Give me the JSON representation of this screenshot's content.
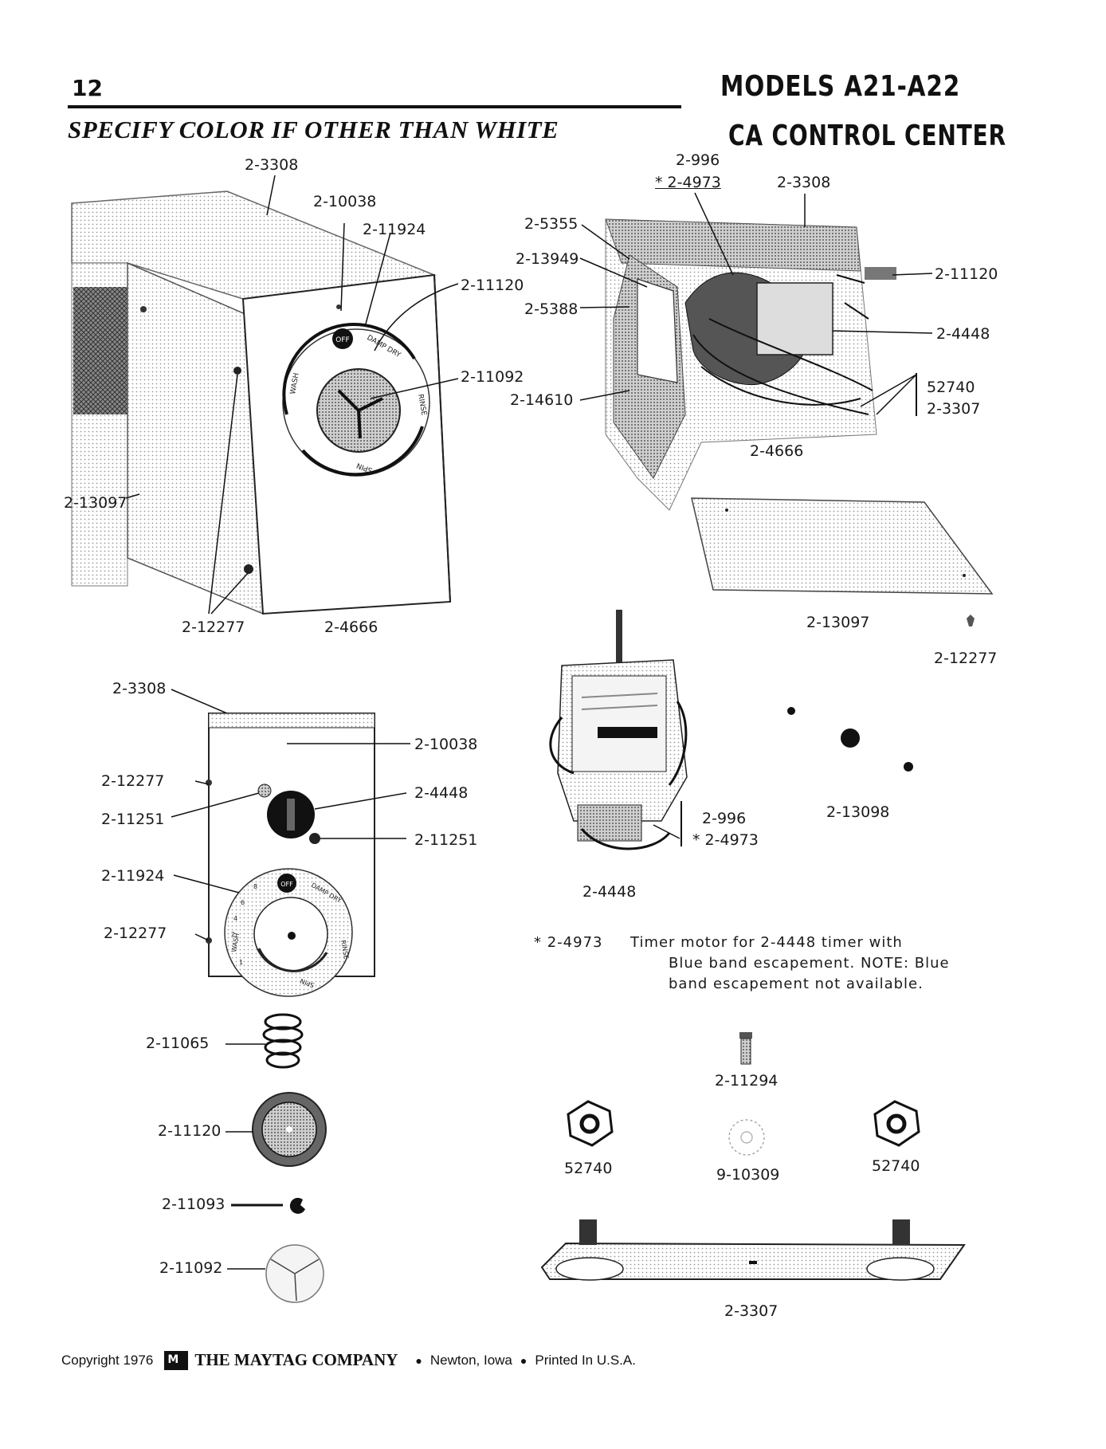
{
  "header": {
    "page_number": "12",
    "subtitle": "SPECIFY COLOR IF OTHER THAN WHITE",
    "models_title": "MODELS A21-A22",
    "section_title": "CA CONTROL CENTER"
  },
  "callouts": {
    "fig1": [
      "2-3308",
      "2-10038",
      "2-11924",
      "2-11120",
      "2-11092",
      "2-13097",
      "2-12277",
      "2-4666"
    ],
    "fig2": [
      "2-996",
      "* 2-4973",
      "2-3308",
      "2-5355",
      "2-13949",
      "2-5388",
      "2-14610",
      "2-11120",
      "2-4448",
      "52740",
      "2-3307",
      "2-4666"
    ],
    "fig3": [
      "2-13097",
      "2-12277"
    ],
    "fig4": [
      "2-3308",
      "2-10038",
      "2-12277",
      "2-11251",
      "2-4448",
      "2-11251",
      "2-11924",
      "2-12277"
    ],
    "fig5": [
      "2-996",
      "* 2-4973",
      "2-4448"
    ],
    "fig6": [
      "2-13098"
    ],
    "fig7": [
      "2-11065",
      "2-11120",
      "2-11093",
      "2-11092"
    ],
    "fig8": [
      "2-11294",
      "52740",
      "9-10309",
      "52740",
      "2-3307"
    ]
  },
  "dial_text": {
    "off": "OFF",
    "damp_dry": "DAMP DRY",
    "rinse": "RINSE",
    "spin": "SPIN",
    "wash": "WASH",
    "numbers": [
      "8",
      "6",
      "4",
      "2",
      "1"
    ]
  },
  "note": {
    "ref": "* 2-4973",
    "line1": "Timer motor for 2-4448 timer with",
    "line2": "Blue band escapement. NOTE:   Blue",
    "line3": "band escapement not available."
  },
  "footer": {
    "copyright": "Copyright 1976",
    "logo_mark": "M",
    "company": "THE MAYTAG COMPANY",
    "location": "Newton, Iowa",
    "printed": "Printed In U.S.A."
  }
}
